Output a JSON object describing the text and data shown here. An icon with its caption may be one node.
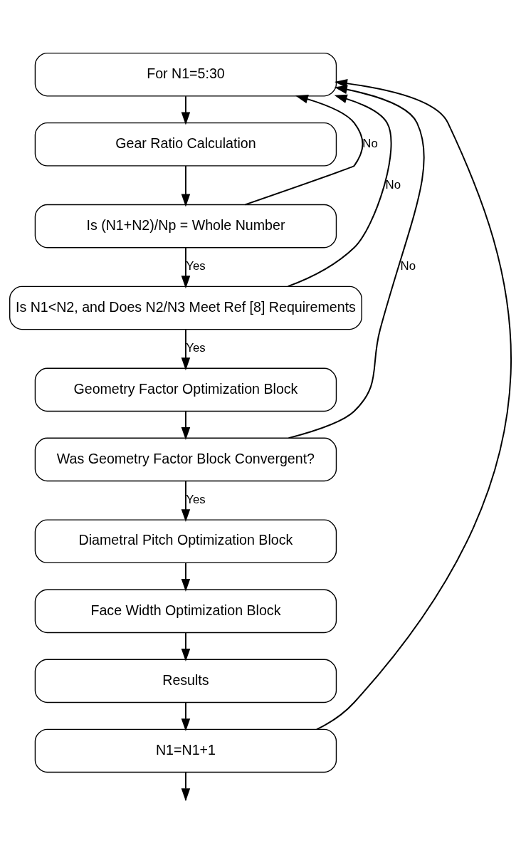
{
  "diagram": {
    "nodes": [
      {
        "text": [
          "For N1=5:30"
        ]
      },
      {
        "text": [
          "Gear Ratio Calculation"
        ]
      },
      {
        "text": [
          "Is (N1+N2)/Np = Whole Number"
        ]
      },
      {
        "text": [
          "Is N1<N2, and Does N2/N3 Meet Ref [8] Requirements"
        ]
      },
      {
        "text": [
          "Geometry Factor Optimization Block"
        ]
      },
      {
        "text": [
          "Was Geometry Factor Block Convergent?"
        ]
      },
      {
        "text": [
          "Diametral Pitch Optimization Block"
        ]
      },
      {
        "text": [
          "Face Width Optimization Block"
        ]
      },
      {
        "text": [
          "Results"
        ]
      },
      {
        "text": [
          "N1=N1+1"
        ]
      }
    ],
    "edges": [
      {
        "from": 0,
        "to": 1,
        "arrow": "to"
      },
      {
        "from": 1,
        "to": 2,
        "arrow": "to"
      },
      {
        "from": 2,
        "to": 3,
        "arrow": "to",
        "label": "Yes"
      },
      {
        "from": 3,
        "to": 4,
        "arrow": "to",
        "label": "Yes"
      },
      {
        "from": 4,
        "to": 5,
        "arrow": "to"
      },
      {
        "from": 5,
        "to": 6,
        "arrow": "to",
        "label": "Yes"
      },
      {
        "from": 6,
        "to": 7,
        "arrow": "to"
      },
      {
        "from": 7,
        "to": 8,
        "arrow": "to"
      },
      {
        "from": 8,
        "to": 9,
        "arrow": "to"
      },
      {
        "from": 2,
        "to": 0,
        "arrow": "to",
        "label": "No"
      },
      {
        "from": 3,
        "to": 0,
        "arrow": "to",
        "label": "No"
      },
      {
        "from": 5,
        "to": 0,
        "arrow": "to",
        "label": "No"
      },
      {
        "from": 9,
        "to": 0,
        "arrow": "to"
      },
      {
        "from": 9,
        "to": null,
        "arrow": "to"
      }
    ]
  }
}
